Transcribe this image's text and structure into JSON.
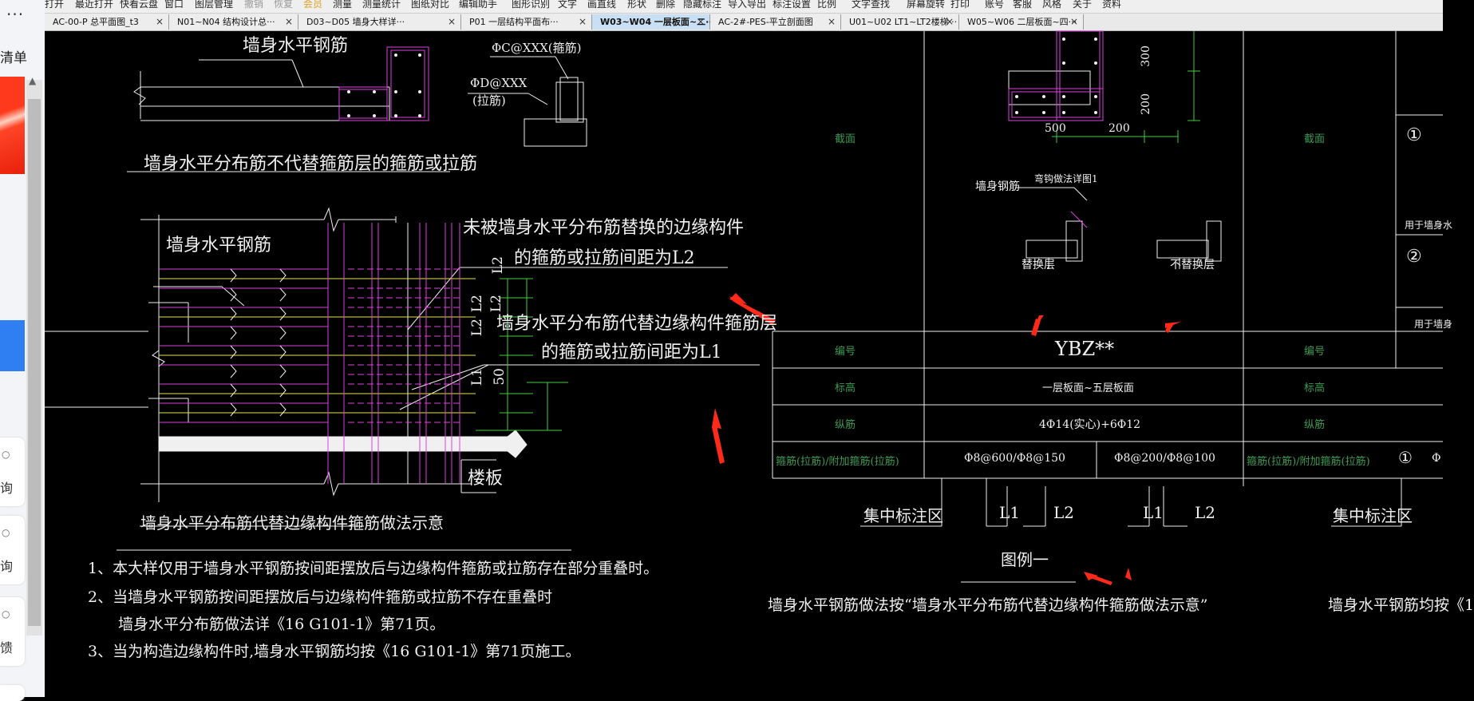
{
  "menubar": {
    "items": [
      {
        "label": "打开",
        "state": "normal"
      },
      {
        "label": "最近打开",
        "state": "normal"
      },
      {
        "label": "快看云盘",
        "state": "normal"
      },
      {
        "label": "窗口",
        "state": "normal"
      },
      {
        "label": "图层管理",
        "state": "normal"
      },
      {
        "label": "撤销",
        "state": "dim"
      },
      {
        "label": "恢复",
        "state": "dim"
      },
      {
        "label": "会员",
        "state": "highlight"
      },
      {
        "label": "测量",
        "state": "normal"
      },
      {
        "label": "测量统计",
        "state": "normal"
      },
      {
        "label": "图纸对比",
        "state": "normal"
      },
      {
        "label": "编辑助手",
        "state": "normal"
      },
      {
        "label": "图形识别",
        "state": "normal"
      },
      {
        "label": "文字",
        "state": "normal"
      },
      {
        "label": "画直线",
        "state": "normal"
      },
      {
        "label": "形状",
        "state": "normal"
      },
      {
        "label": "删除",
        "state": "normal"
      },
      {
        "label": "隐藏标注",
        "state": "normal"
      },
      {
        "label": "导入导出",
        "state": "normal"
      },
      {
        "label": "标注设置",
        "state": "normal"
      },
      {
        "label": "比例",
        "state": "normal"
      },
      {
        "label": "文字查找",
        "state": "normal"
      },
      {
        "label": "屏幕旋转",
        "state": "normal"
      },
      {
        "label": "打印",
        "state": "normal"
      },
      {
        "label": "账号",
        "state": "normal"
      },
      {
        "label": "客服",
        "state": "normal"
      },
      {
        "label": "风格",
        "state": "normal"
      },
      {
        "label": "关于",
        "state": "normal"
      },
      {
        "label": "资料",
        "state": "normal"
      }
    ]
  },
  "tabs": [
    {
      "label": "AC-00-P 总平面图_t3",
      "active": false
    },
    {
      "label": "N01~N04 结构设计总···",
      "active": false
    },
    {
      "label": "D03~D05 墙身大样详···",
      "active": false
    },
    {
      "label": "P01 一层结构平面布···",
      "active": false
    },
    {
      "label": "W03~W04 一层板面~二···",
      "active": true
    },
    {
      "label": "AC-2#-PES-平立剖面图",
      "active": false
    },
    {
      "label": "U01~U02 LT1~LT2楼梯···",
      "active": false
    },
    {
      "label": "W05~W06 二层板面~四···",
      "active": false
    }
  ],
  "tab_close_glyph": "×",
  "sidebar": {
    "dots": "···",
    "label_qingdan": "清单",
    "card1": "询",
    "card2": "询",
    "card3": "馈",
    "scroll_up": "▲"
  },
  "drawing_left": {
    "label_wall_h_rebar_top": "墙身水平钢筋",
    "label_stirrup_c": "ΦC@XXX(箍筋)",
    "label_tie_d": "ΦD@XXX",
    "label_tie_d2": "(拉筋)",
    "caption_not_replace": "墙身水平分布筋不代替箍筋层的箍筋或拉筋",
    "label_wall_h_rebar": "墙身水平钢筋",
    "note_l2_line1": "未被墙身水平分布筋替换的边缘构件",
    "note_l2_line2": "的箍筋或拉筋间距为L2",
    "note_l1_line1": "墙身水平分布筋代替边缘构件箍筋层",
    "note_l1_line2": "的箍筋或拉筋间距为L1",
    "dim_l2a": "L2",
    "dim_l2b": "L2",
    "dim_l2c": "L2",
    "dim_l2d": "L2",
    "dim_l1": "L1",
    "dim_50": "50",
    "label_slab": "楼板",
    "caption_replace": "墙身水平分布筋代替边缘构件箍筋做法示意",
    "note_1": "1、本大样仅用于墙身水平钢筋按间距摆放后与边缘构件箍筋或拉筋存在部分重叠时。",
    "note_2a": "2、当墙身水平钢筋按间距摆放后与边缘构件箍筋或拉筋不存在重叠时",
    "note_2b": "墙身水平分布筋做法详《16 G101-1》第71页。",
    "note_3": "3、当为构造边缘构件时,墙身水平钢筋均按《16 G101-1》第71页施工。"
  },
  "drawing_right": {
    "dim_300": "300",
    "dim_200v": "200",
    "dim_500": "500",
    "dim_200h": "200",
    "row_section": "截面",
    "label_wall_rebar": "墙身钢筋",
    "label_hook": "弯钩做法详图1",
    "label_replace_layer": "替换层",
    "label_not_replace_layer": "不替换层",
    "row_id": "编号",
    "val_id": "YBZ**",
    "row_elev": "标高",
    "val_elev": "一层板面~五层板面",
    "row_long": "纵筋",
    "val_long": "4Φ14(实心)+6Φ12",
    "row_stirrup": "箍筋(拉筋)/附加箍筋(拉筋)",
    "val_stirrup_a": "Φ8@600/Φ8@150",
    "val_stirrup_b": "Φ8@200/Φ8@100",
    "label_concentrated": "集中标注区",
    "label_l1a": "L1",
    "label_l2a": "L2",
    "label_l1b": "L1",
    "label_l2b": "L2",
    "label_legend": "图例一",
    "caption_right": "墙身水平钢筋做法按“墙身水平分布筋代替边缘构件箍筋做法示意”",
    "far_row_section": "截面",
    "far_circle1": "①",
    "far_text1": "用于墙身水",
    "far_circle2": "②",
    "far_text2": "用于墙身",
    "far_row_id": "编号",
    "far_row_elev": "标高",
    "far_row_long": "纵筋",
    "far_row_stirrup": "箍筋(拉筋)/附加箍筋(拉筋)",
    "far_circle3": "①",
    "far_stirrup_partial": "Φ",
    "far_concentrated": "集中标注区",
    "far_caption": "墙身水平钢筋均按《1"
  },
  "colors": {
    "cad_white": "#f0f0f0",
    "cad_green": "#3c9a52",
    "cad_magenta": "#e040e0",
    "cad_yellow": "#e6e64a",
    "cad_bright_green": "#40d040",
    "arrow_red": "#ff2a1a",
    "tab_active": "#c9dff4",
    "sidebar_blue": "#2f7ff2"
  }
}
